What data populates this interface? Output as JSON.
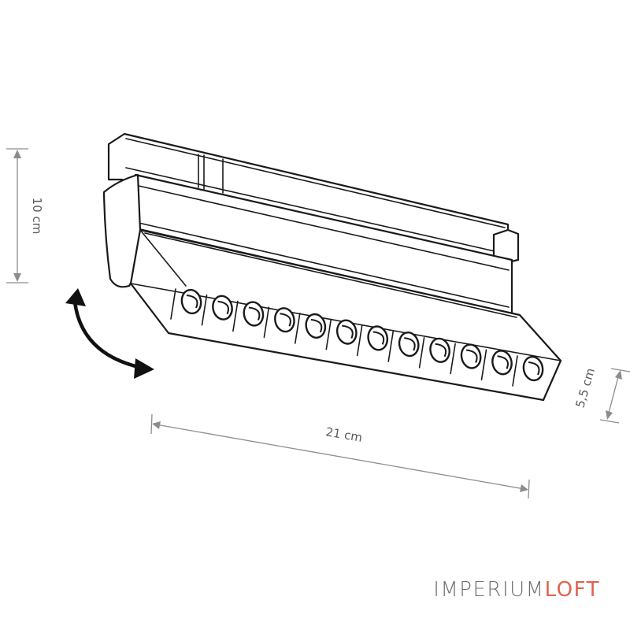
{
  "dimensions": {
    "height": "10 cm",
    "width": "21 cm",
    "depth": "5,5 cm"
  },
  "lens_count": 12,
  "brand": {
    "primary": "IMPERIUM",
    "accent": "LOFT"
  },
  "colors": {
    "dimension_lines": "#8c8c8c",
    "line_art": "#1a1a1a",
    "brand_primary": "#6f6f6f",
    "brand_accent": "#e2624e"
  }
}
